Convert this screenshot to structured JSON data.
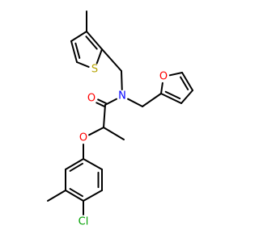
{
  "molecule": {
    "atoms": [
      {
        "id": "S",
        "label": "S",
        "color": "#b5a300"
      },
      {
        "id": "N",
        "label": "N",
        "color": "#0000ff"
      },
      {
        "id": "O1",
        "label": "O",
        "color": "#ff0000"
      },
      {
        "id": "O2",
        "label": "O",
        "color": "#ff0000"
      },
      {
        "id": "O3",
        "label": "O",
        "color": "#ff0000"
      },
      {
        "id": "Cl",
        "label": "Cl",
        "color": "#00a000"
      }
    ],
    "bond_color": "#000000"
  }
}
